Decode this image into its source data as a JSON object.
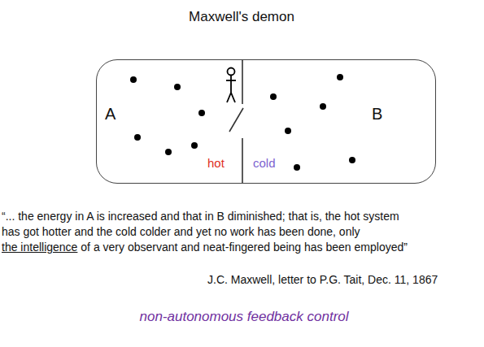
{
  "diagram": {
    "title": "Maxwell's demon",
    "nodes": [
      {
        "text": [
          "A",
          "B",
          "hot",
          "cold"
        ]
      }
    ],
    "labels": [
      "“... the energy in A is increased and that in B diminished; that is, the hot system",
      "has got hotter and the cold colder and yet no work has been done, only",
      "the intelligence",
      "of a very observant and neat-fingered being has been employed”",
      "J.C. Maxwell, letter to P.G. Tait, Dec. 11, 1867",
      "non-autonomous feedback control"
    ]
  }
}
